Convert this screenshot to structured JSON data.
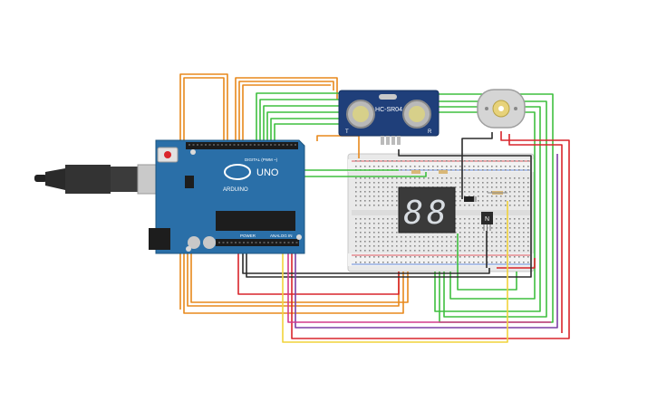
{
  "arduino": {
    "brand": "ARDUINO",
    "model": "UNO",
    "digital_header": "DIGITAL (PWM ~)",
    "power_header": "POWER",
    "analog_header": "ANALOG IN",
    "board_color": "#2a6fa8"
  },
  "sensor": {
    "name": "HC-SR04",
    "left_mark": "T",
    "right_mark": "R"
  },
  "display": {
    "digits": "88",
    "segment_color": "#d8dde2"
  },
  "transistor": {
    "mark": "N"
  },
  "wire_colors": {
    "orange": "#e8891c",
    "green": "#3fbf3f",
    "red": "#d9252b",
    "black": "#2b2b2b",
    "purple": "#7b3fa5",
    "magenta": "#d23a8c",
    "yellow": "#f1d33a"
  },
  "icons": {
    "usb_cable": "usb-cable-icon",
    "motor": "dc-motor-icon"
  }
}
